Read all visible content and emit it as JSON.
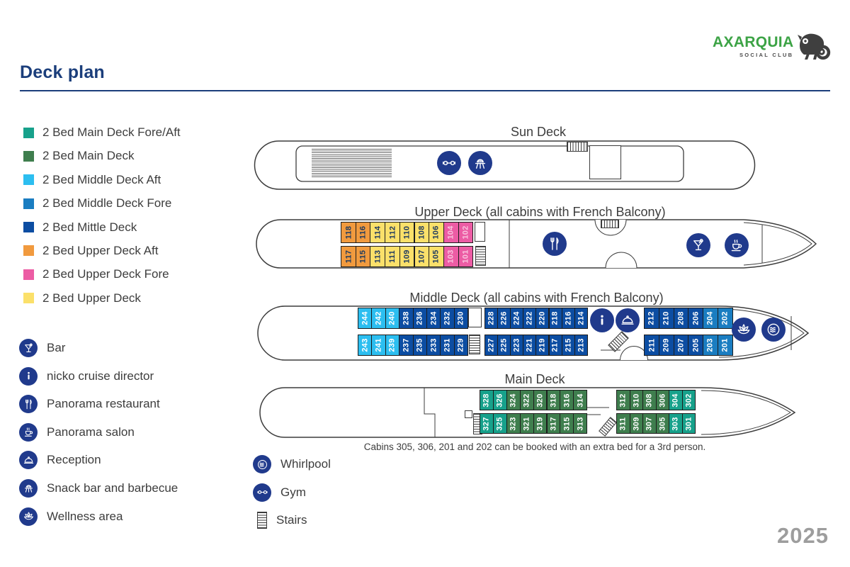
{
  "page": {
    "title": "Deck plan",
    "year": "2025",
    "note": "Cabins 305, 306, 201 and 202 can be booked with an extra bed for a 3rd person."
  },
  "logo": {
    "brand": "AXARQUIA",
    "subtitle": "SOCIAL CLUB",
    "brand_color": "#3CA345",
    "mark": "chameleon-icon"
  },
  "colors": {
    "teal": "#17A18B",
    "green": "#3F7E4E",
    "cyan": "#2CBEF0",
    "blue": "#1A7DC1",
    "navy": "#0C4DA2",
    "orange": "#F19A3E",
    "pink": "#EC5CA4",
    "yellow": "#FBE06A",
    "icon_circle": "#203A8C",
    "heading": "#1B3E7B",
    "text": "#3D3D3D",
    "year": "#9D9D9D"
  },
  "cabin_legend": [
    {
      "color": "teal",
      "label": "2 Bed Main Deck Fore/Aft"
    },
    {
      "color": "green",
      "label": "2 Bed Main Deck"
    },
    {
      "color": "cyan",
      "label": "2 Bed Middle Deck Aft"
    },
    {
      "color": "blue",
      "label": "2 Bed Middle Deck Fore"
    },
    {
      "color": "navy",
      "label": "2 Bed Mittle Deck"
    },
    {
      "color": "orange",
      "label": "2 Bed Upper Deck Aft"
    },
    {
      "color": "pink",
      "label": "2 Bed Upper Deck Fore"
    },
    {
      "color": "yellow",
      "label": "2 Bed Upper Deck"
    }
  ],
  "facility_legend": [
    {
      "icon": "bar-icon",
      "label": "Bar"
    },
    {
      "icon": "info-icon",
      "label": "nicko cruise director"
    },
    {
      "icon": "restaurant-icon",
      "label": "Panorama restaurant"
    },
    {
      "icon": "salon-icon",
      "label": "Panorama salon"
    },
    {
      "icon": "reception-icon",
      "label": "Reception"
    },
    {
      "icon": "snackbar-icon",
      "label": "Snack bar and barbecue"
    },
    {
      "icon": "wellness-icon",
      "label": "Wellness area"
    }
  ],
  "facility_legend_2": [
    {
      "icon": "whirlpool-icon",
      "label": "Whirlpool"
    },
    {
      "icon": "gym-icon",
      "label": "Gym"
    },
    {
      "icon": "stairs-icon",
      "label": "Stairs"
    }
  ],
  "decks": {
    "sun": {
      "title": "Sun Deck",
      "icons": [
        "gym-icon",
        "snackbar-icon"
      ],
      "rows": []
    },
    "upper": {
      "title": "Upper Deck (all cabins with French Balcony)",
      "icons": [
        "restaurant-icon",
        "bar-icon",
        "salon-icon"
      ],
      "rows": [
        {
          "groups": [
            {
              "cabins": [
                {
                  "n": "118",
                  "c": "orange"
                },
                {
                  "n": "116",
                  "c": "orange"
                },
                {
                  "n": "114",
                  "c": "yellow"
                },
                {
                  "n": "112",
                  "c": "yellow"
                },
                {
                  "n": "110",
                  "c": "yellow"
                },
                {
                  "n": "108",
                  "c": "yellow"
                },
                {
                  "n": "106",
                  "c": "yellow"
                },
                {
                  "n": "104",
                  "c": "pink"
                },
                {
                  "n": "102",
                  "c": "pink"
                }
              ]
            }
          ]
        },
        {
          "groups": [
            {
              "cabins": [
                {
                  "n": "117",
                  "c": "orange"
                },
                {
                  "n": "115",
                  "c": "orange"
                },
                {
                  "n": "113",
                  "c": "yellow"
                },
                {
                  "n": "111",
                  "c": "yellow"
                },
                {
                  "n": "109",
                  "c": "yellow"
                },
                {
                  "n": "107",
                  "c": "yellow"
                },
                {
                  "n": "105",
                  "c": "yellow"
                },
                {
                  "n": "103",
                  "c": "pink"
                },
                {
                  "n": "101",
                  "c": "pink"
                }
              ]
            }
          ]
        }
      ]
    },
    "middle": {
      "title": "Middle Deck (all cabins with French Balcony)",
      "icons": [
        "info-icon",
        "reception-icon",
        "wellness-icon",
        "whirlpool-icon"
      ],
      "rows": [
        {
          "groups": [
            {
              "cabins": [
                {
                  "n": "244",
                  "c": "cyan"
                },
                {
                  "n": "242",
                  "c": "cyan"
                },
                {
                  "n": "240",
                  "c": "cyan"
                },
                {
                  "n": "238",
                  "c": "navy"
                },
                {
                  "n": "236",
                  "c": "navy"
                },
                {
                  "n": "234",
                  "c": "navy"
                },
                {
                  "n": "232",
                  "c": "navy"
                },
                {
                  "n": "230",
                  "c": "navy"
                }
              ]
            },
            {
              "cabins": [
                {
                  "n": "228",
                  "c": "navy"
                },
                {
                  "n": "226",
                  "c": "navy"
                },
                {
                  "n": "224",
                  "c": "navy"
                },
                {
                  "n": "222",
                  "c": "navy"
                },
                {
                  "n": "220",
                  "c": "navy"
                },
                {
                  "n": "218",
                  "c": "navy"
                },
                {
                  "n": "216",
                  "c": "navy"
                },
                {
                  "n": "214",
                  "c": "navy"
                }
              ]
            },
            {
              "cabins": [
                {
                  "n": "212",
                  "c": "navy"
                },
                {
                  "n": "210",
                  "c": "navy"
                },
                {
                  "n": "208",
                  "c": "navy"
                },
                {
                  "n": "206",
                  "c": "navy"
                },
                {
                  "n": "204",
                  "c": "blue"
                },
                {
                  "n": "202",
                  "c": "blue"
                }
              ]
            }
          ]
        },
        {
          "groups": [
            {
              "cabins": [
                {
                  "n": "243",
                  "c": "cyan"
                },
                {
                  "n": "241",
                  "c": "cyan"
                },
                {
                  "n": "239",
                  "c": "cyan"
                },
                {
                  "n": "237",
                  "c": "navy"
                },
                {
                  "n": "235",
                  "c": "navy"
                },
                {
                  "n": "233",
                  "c": "navy"
                },
                {
                  "n": "231",
                  "c": "navy"
                },
                {
                  "n": "229",
                  "c": "navy"
                }
              ]
            },
            {
              "cabins": [
                {
                  "n": "227",
                  "c": "navy"
                },
                {
                  "n": "225",
                  "c": "navy"
                },
                {
                  "n": "223",
                  "c": "navy"
                },
                {
                  "n": "221",
                  "c": "navy"
                },
                {
                  "n": "219",
                  "c": "navy"
                },
                {
                  "n": "217",
                  "c": "navy"
                },
                {
                  "n": "215",
                  "c": "navy"
                },
                {
                  "n": "213",
                  "c": "navy"
                }
              ]
            },
            {
              "cabins": [
                {
                  "n": "211",
                  "c": "navy"
                },
                {
                  "n": "209",
                  "c": "navy"
                },
                {
                  "n": "207",
                  "c": "navy"
                },
                {
                  "n": "205",
                  "c": "navy"
                },
                {
                  "n": "203",
                  "c": "blue"
                },
                {
                  "n": "201",
                  "c": "blue"
                }
              ]
            }
          ]
        }
      ]
    },
    "main": {
      "title": "Main Deck",
      "icons": [],
      "rows": [
        {
          "groups": [
            {
              "cabins": [
                {
                  "n": "328",
                  "c": "teal"
                },
                {
                  "n": "326",
                  "c": "teal"
                },
                {
                  "n": "324",
                  "c": "green"
                },
                {
                  "n": "322",
                  "c": "green"
                },
                {
                  "n": "320",
                  "c": "green"
                },
                {
                  "n": "318",
                  "c": "green"
                },
                {
                  "n": "316",
                  "c": "green"
                },
                {
                  "n": "314",
                  "c": "green"
                }
              ]
            },
            {
              "cabins": [
                {
                  "n": "312",
                  "c": "green"
                },
                {
                  "n": "310",
                  "c": "green"
                },
                {
                  "n": "308",
                  "c": "green"
                },
                {
                  "n": "306",
                  "c": "green"
                },
                {
                  "n": "304",
                  "c": "teal"
                },
                {
                  "n": "302",
                  "c": "teal"
                }
              ]
            }
          ]
        },
        {
          "groups": [
            {
              "cabins": [
                {
                  "n": "327",
                  "c": "teal"
                },
                {
                  "n": "325",
                  "c": "teal"
                },
                {
                  "n": "323",
                  "c": "green"
                },
                {
                  "n": "321",
                  "c": "green"
                },
                {
                  "n": "319",
                  "c": "green"
                },
                {
                  "n": "317",
                  "c": "green"
                },
                {
                  "n": "315",
                  "c": "green"
                },
                {
                  "n": "313",
                  "c": "green"
                }
              ]
            },
            {
              "cabins": [
                {
                  "n": "311",
                  "c": "green"
                },
                {
                  "n": "309",
                  "c": "green"
                },
                {
                  "n": "307",
                  "c": "green"
                },
                {
                  "n": "305",
                  "c": "green"
                },
                {
                  "n": "303",
                  "c": "teal"
                },
                {
                  "n": "301",
                  "c": "teal"
                }
              ]
            }
          ]
        }
      ]
    }
  }
}
